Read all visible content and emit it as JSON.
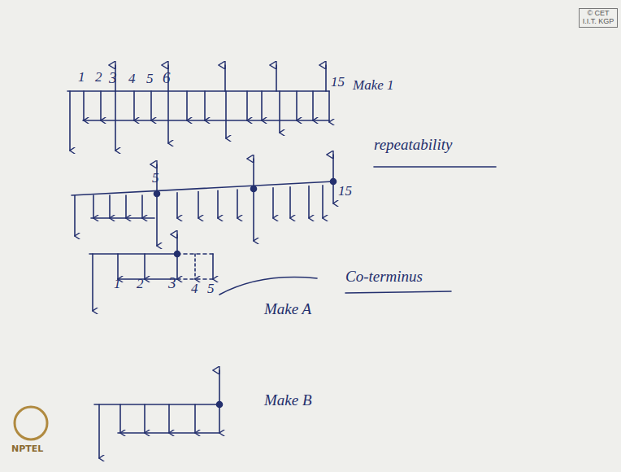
{
  "diagram": {
    "labels": [
      "© CET I.I.T. KGP",
      "1",
      "2",
      "3",
      "4",
      "5",
      "6",
      "15",
      "Make 1",
      "repeatability",
      "5",
      "15",
      "Co-terminus",
      "1",
      "2",
      "3",
      "4",
      "5",
      "Make A",
      "Make B",
      "NPTEL"
    ]
  }
}
